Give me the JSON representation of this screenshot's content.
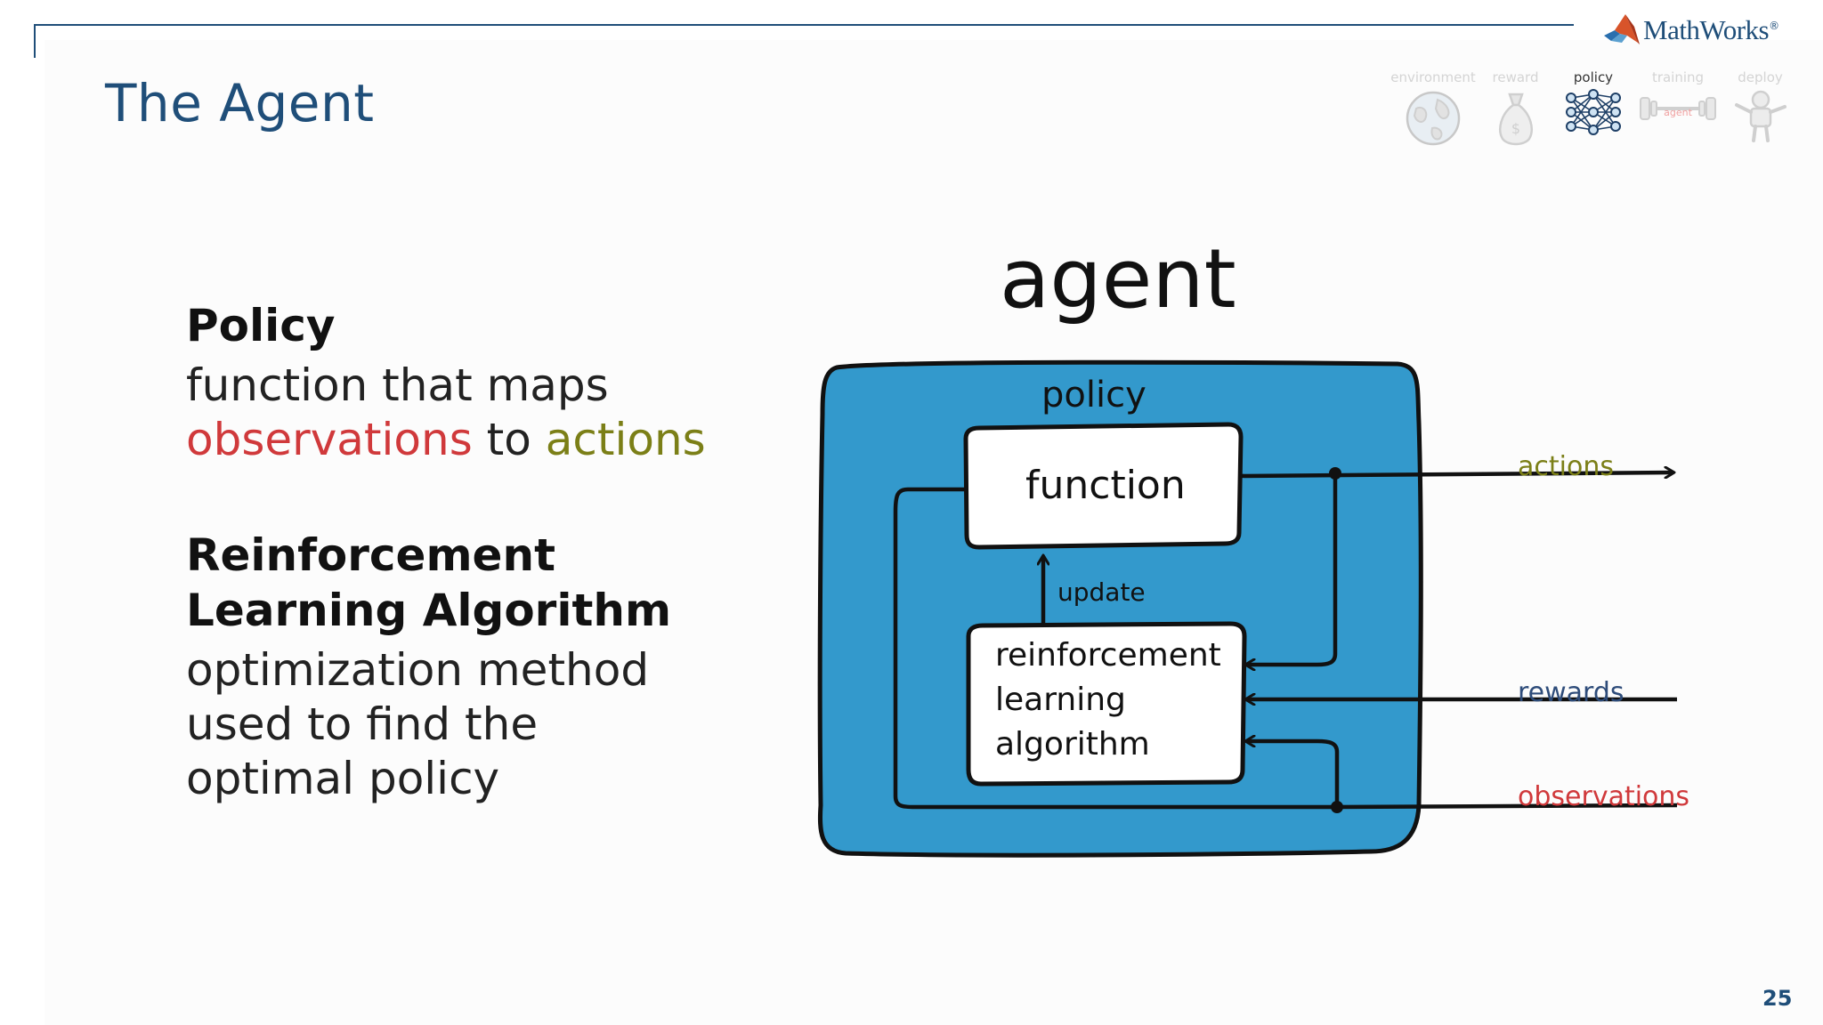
{
  "header": {
    "title": "The Agent",
    "logo_text": "MathWorks",
    "logo_mark": "®",
    "rule_color": "#1f4e79"
  },
  "progress": {
    "steps": [
      {
        "label": "environment",
        "icon": "globe-icon",
        "current": false
      },
      {
        "label": "reward",
        "icon": "money-bag-icon",
        "current": false
      },
      {
        "label": "policy",
        "icon": "neural-network-icon",
        "current": true
      },
      {
        "label": "training",
        "icon": "barbell-icon",
        "current": false
      },
      {
        "label": "deploy",
        "icon": "robot-icon",
        "current": false
      }
    ],
    "training_icon_text": "agent"
  },
  "left": {
    "policy_term": "Policy",
    "policy_desc_line1": "function that maps",
    "policy_desc_obs": "observations",
    "policy_desc_to": " to ",
    "policy_desc_act": "actions",
    "rl_term_line1": "Reinforcement",
    "rl_term_line2": "Learning Algorithm",
    "rl_desc_line1": "optimization method",
    "rl_desc_line2": "used to find the",
    "rl_desc_line3": "optimal policy"
  },
  "diagram": {
    "title": "agent",
    "policy_label": "policy",
    "function_label": "function",
    "update_label": "update",
    "rl_box_line1": "reinforcement",
    "rl_box_line2": "learning",
    "rl_box_line3": "algorithm",
    "actions_label": "actions",
    "rewards_label": "rewards",
    "observations_label": "observations"
  },
  "colors": {
    "title_blue": "#1f4e79",
    "observations": "#d0393b",
    "actions": "#7b7f17",
    "rewards": "#2e4c7a",
    "agent_fill": "#3399cc"
  },
  "page_number": "25"
}
